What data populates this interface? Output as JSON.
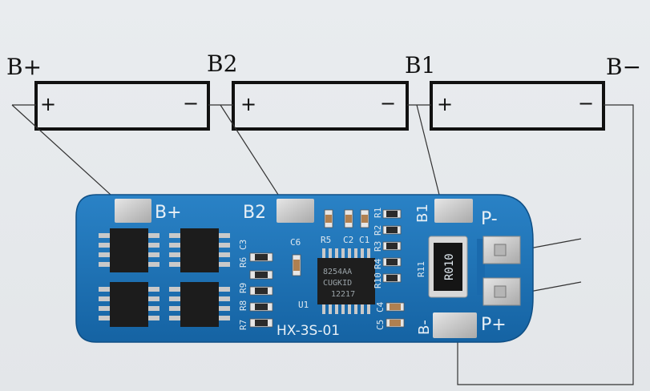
{
  "terminals": {
    "b_plus": "B+",
    "b2": "B2",
    "b1": "B1",
    "b_minus": "B−"
  },
  "cells": [
    {
      "plus": "+",
      "minus": "−"
    },
    {
      "plus": "+",
      "minus": "−"
    },
    {
      "plus": "+",
      "minus": "−"
    }
  ],
  "board": {
    "model": "HX-3S-01",
    "pad_b_plus": "B+",
    "pad_b2": "B2",
    "pad_b1": "B1",
    "pad_p_minus": "P-",
    "pad_p_plus": "P+",
    "pad_b_minus": "B-",
    "resistor_marking": "R010",
    "ic_marking_1": "8254AA",
    "ic_marking_2": "CUGKID",
    "ic_marking_3": "12217",
    "designators": {
      "r5": "R5",
      "c2": "C2",
      "c1": "C1",
      "c6": "C6",
      "c3": "C3",
      "r6": "R6",
      "r9": "R9",
      "r8": "R8",
      "r7": "R7",
      "u1": "U1",
      "r11": "R11",
      "r10": "R10",
      "c4": "C4",
      "c5": "C5",
      "r1": "R1",
      "r2": "R2",
      "r3": "R3",
      "r4": "R4"
    }
  },
  "colors": {
    "pcb": "#1b6fb0",
    "pad": "#cfcfcf",
    "line": "#333333",
    "frame": "#111111"
  }
}
